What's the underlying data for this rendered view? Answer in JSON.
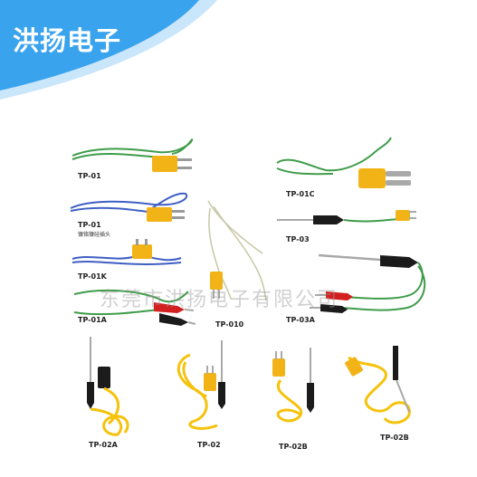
{
  "brand": {
    "title": "洪扬电子",
    "banner_color": "#3aa3ee",
    "banner_color_light": "#c9e6fb"
  },
  "watermark": "东莞市洪扬电子有限公司",
  "products": [
    {
      "label": "TP-01"
    },
    {
      "label": "TP-01",
      "note": "镍铬镍硅插头"
    },
    {
      "label": "TP-01K"
    },
    {
      "label": "TP-01A"
    },
    {
      "label": "TP-010"
    },
    {
      "label": "TP-01C"
    },
    {
      "label": "TP-03"
    },
    {
      "label": "TP-03A"
    },
    {
      "label": "TP-02A"
    },
    {
      "label": "TP-02"
    },
    {
      "label": "TP-02B"
    },
    {
      "label": "TP-02B"
    }
  ],
  "colors": {
    "green_wire": "#3f9c4a",
    "blue_wire": "#3f5fc4",
    "yellow_plug": "#f2b316",
    "coil_yellow": "#f5c20c",
    "red_handle": "#d22020",
    "black_handle": "#1b1b1b",
    "metal": "#a9a9a9"
  }
}
